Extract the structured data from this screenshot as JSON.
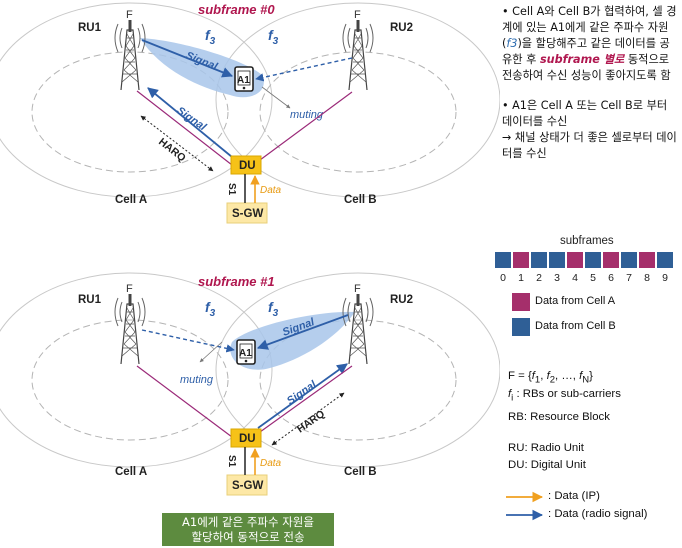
{
  "top": {
    "title": "subframe #0",
    "ru1": "RU1",
    "ru2": "RU2",
    "f_ant": "F",
    "f3": "f3",
    "signal": "Signal",
    "signal2": "Signal",
    "muting": "muting",
    "harq": "HARQ",
    "du": "DU",
    "sgw": "S-GW",
    "s1": "S1",
    "data": "Data",
    "cell_a": "Cell A",
    "cell_b": "Cell B",
    "a1": "A1"
  },
  "bottom": {
    "title": "subframe #1",
    "ru1": "RU1",
    "ru2": "RU2",
    "f_ant": "F",
    "f3": "f3",
    "signal": "Signal",
    "signal2": "Signal",
    "muting": "muting",
    "harq": "HARQ",
    "du": "DU",
    "sgw": "S-GW",
    "s1": "S1",
    "data": "Data",
    "cell_a": "Cell A",
    "cell_b": "Cell B",
    "a1": "A1"
  },
  "notes": {
    "b1_pre": "• Cell A와 Cell B가 협력하여, 셀 경계에 있는 A1에게  같은 주파수 자원(",
    "b1_f3": "f3",
    "b1_mid": ")을  할당해주고 같은 데이터를 공유한 후 ",
    "b1_red": "subframe 별로",
    "b1_post": " 동적으로 전송하여 수신 성능이 좋아지도록 함",
    "b2_line1": "• A1은 Cell A 또는 Cell B로 부터 데이터를 수신",
    "b2_line2": "→ 채널 상태가 더 좋은 셀로부터 데이터를 수신"
  },
  "subframes": {
    "title": "subframes",
    "indices": [
      "0",
      "1",
      "2",
      "3",
      "4",
      "5",
      "6",
      "7",
      "8",
      "9"
    ],
    "colors": [
      "#2f5f96",
      "#a52f6b",
      "#2f5f96",
      "#2f5f96",
      "#a52f6b",
      "#2f5f96",
      "#a52f6b",
      "#2f5f96",
      "#a52f6b",
      "#2f5f96"
    ]
  },
  "legend": {
    "cell_a_label": "Data from Cell A",
    "cell_a_color": "#a52f6b",
    "cell_b_label": "Data from Cell B",
    "cell_b_color": "#2f5f96"
  },
  "defs": {
    "f_set": "F = {f1, f2, …, fN}",
    "f_set_html": "F = {<i>f</i><sub>1</sub>, <i>f</i><sub>2</sub>, …, <i>f</i><sub>N</sub>}",
    "fi_label": ": RBs or sub-carriers",
    "rb": "RB: Resource Block",
    "ru": "RU: Radio Unit",
    "du": "DU: Digital Unit",
    "data_ip": ": Data (IP)",
    "data_radio": ": Data (radio signal)",
    "ip_color": "#f0a020",
    "radio_color": "#2e5fa8"
  },
  "banner": {
    "line1": "A1에게 같은 주파수 자원을",
    "line2": "할당하여 동적으로 전송"
  }
}
